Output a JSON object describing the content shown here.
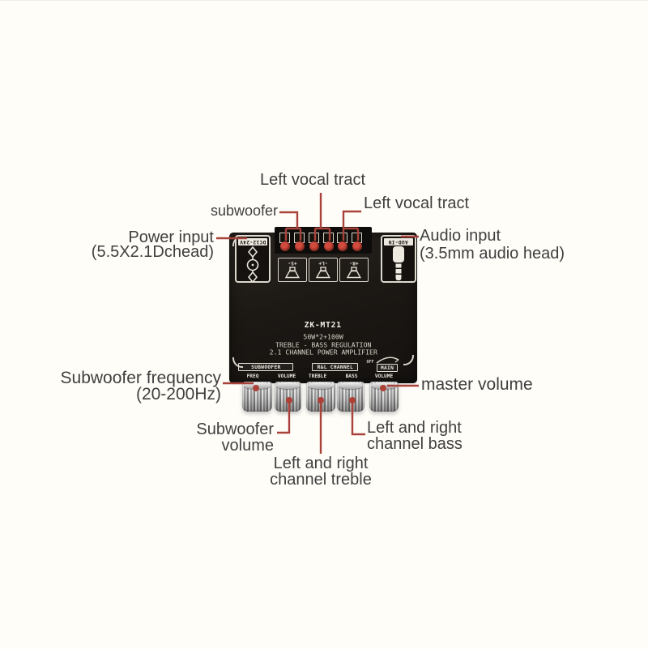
{
  "callouts": {
    "top_center": "Left vocal tract",
    "subwoofer": "subwoofer",
    "top_right": "Left vocal tract",
    "power": {
      "line1": "Power input",
      "line2": "(5.5X2.1Dchead)"
    },
    "audio": {
      "line1": "Audio input",
      "line2": "(3.5mm audio head)"
    },
    "sub_freq": {
      "line1": "Subwoofer frequency",
      "line2": "(20-200Hz)"
    },
    "master_volume": "master volume",
    "sub_volume": {
      "line1": "Subwoofer",
      "line2": "volume"
    },
    "treble": {
      "line1": "Left and right",
      "line2": "channel treble"
    },
    "bass": {
      "line1": "Left and right",
      "line2": "channel bass"
    }
  },
  "board": {
    "model": "ZK-MT21",
    "specs": [
      "50W*2+100W",
      "TREBLE - BASS REGULATION",
      "2.1 CHANNEL POWER AMPLIFIER"
    ],
    "power_port_label": "DC12-24V",
    "audio_port_label": "AUD-IN",
    "terminal_labels": [
      "+S-",
      "-L+",
      "+R-"
    ],
    "section_labels": [
      "SUBWOOFER",
      "R&L CHANNEL",
      "MAIN"
    ],
    "knob_labels": [
      "FREQ",
      "VOLUME",
      "TREBLE",
      "BASS",
      "VOLUME"
    ],
    "off_label": "OFF"
  },
  "colors": {
    "background": "#fffdf8",
    "board": "#1c1814",
    "silkscreen": "#e8e4da",
    "callout_line": "#a8423a",
    "label_text": "#3f3f3f"
  }
}
